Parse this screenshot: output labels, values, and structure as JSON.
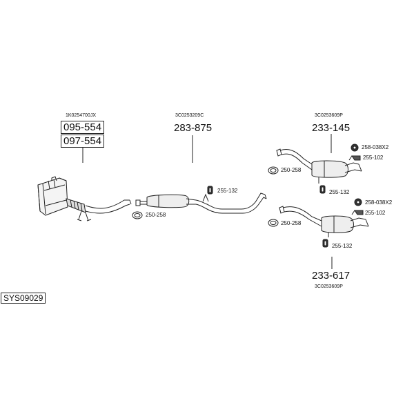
{
  "diagram": {
    "system_id": "SYS09029",
    "catalyst": {
      "oem_ref": "1K0254700JX",
      "parts": [
        "095-554",
        "097-554"
      ]
    },
    "middle_section": {
      "oem_ref": "3C0253209C",
      "part": "283-875",
      "clamp": "250-258",
      "hanger": "255-132"
    },
    "rear_upper": {
      "oem_ref": "3C0253609P",
      "part": "233-145",
      "clamp": "250-258",
      "hanger_a": "258-038X2",
      "hanger_b": "255-102",
      "hanger_c": "255-132"
    },
    "rear_lower": {
      "oem_ref": "3C0253609P",
      "part": "233-617",
      "clamp": "250-258",
      "hanger_a": "258-038X2",
      "hanger_b": "255-102",
      "hanger_c": "255-132"
    }
  }
}
